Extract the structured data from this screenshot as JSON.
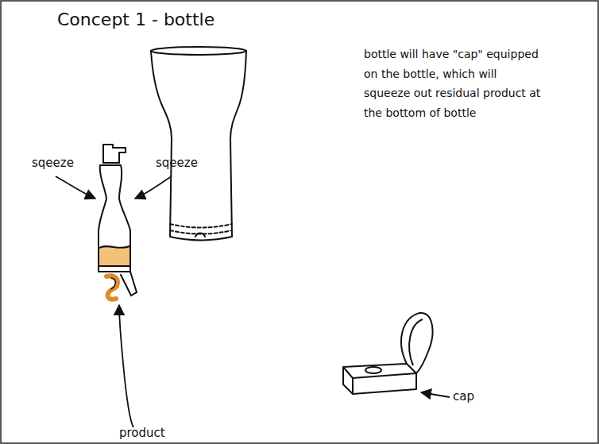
{
  "diagram": {
    "title": "Concept 1 - bottle",
    "labels": [
      "bottle will have \"cap\" equipped on the bottle, which will squeeze out residual product at the bottom of bottle",
      "sqeeze",
      "sqeeze",
      "product",
      "cap"
    ]
  }
}
